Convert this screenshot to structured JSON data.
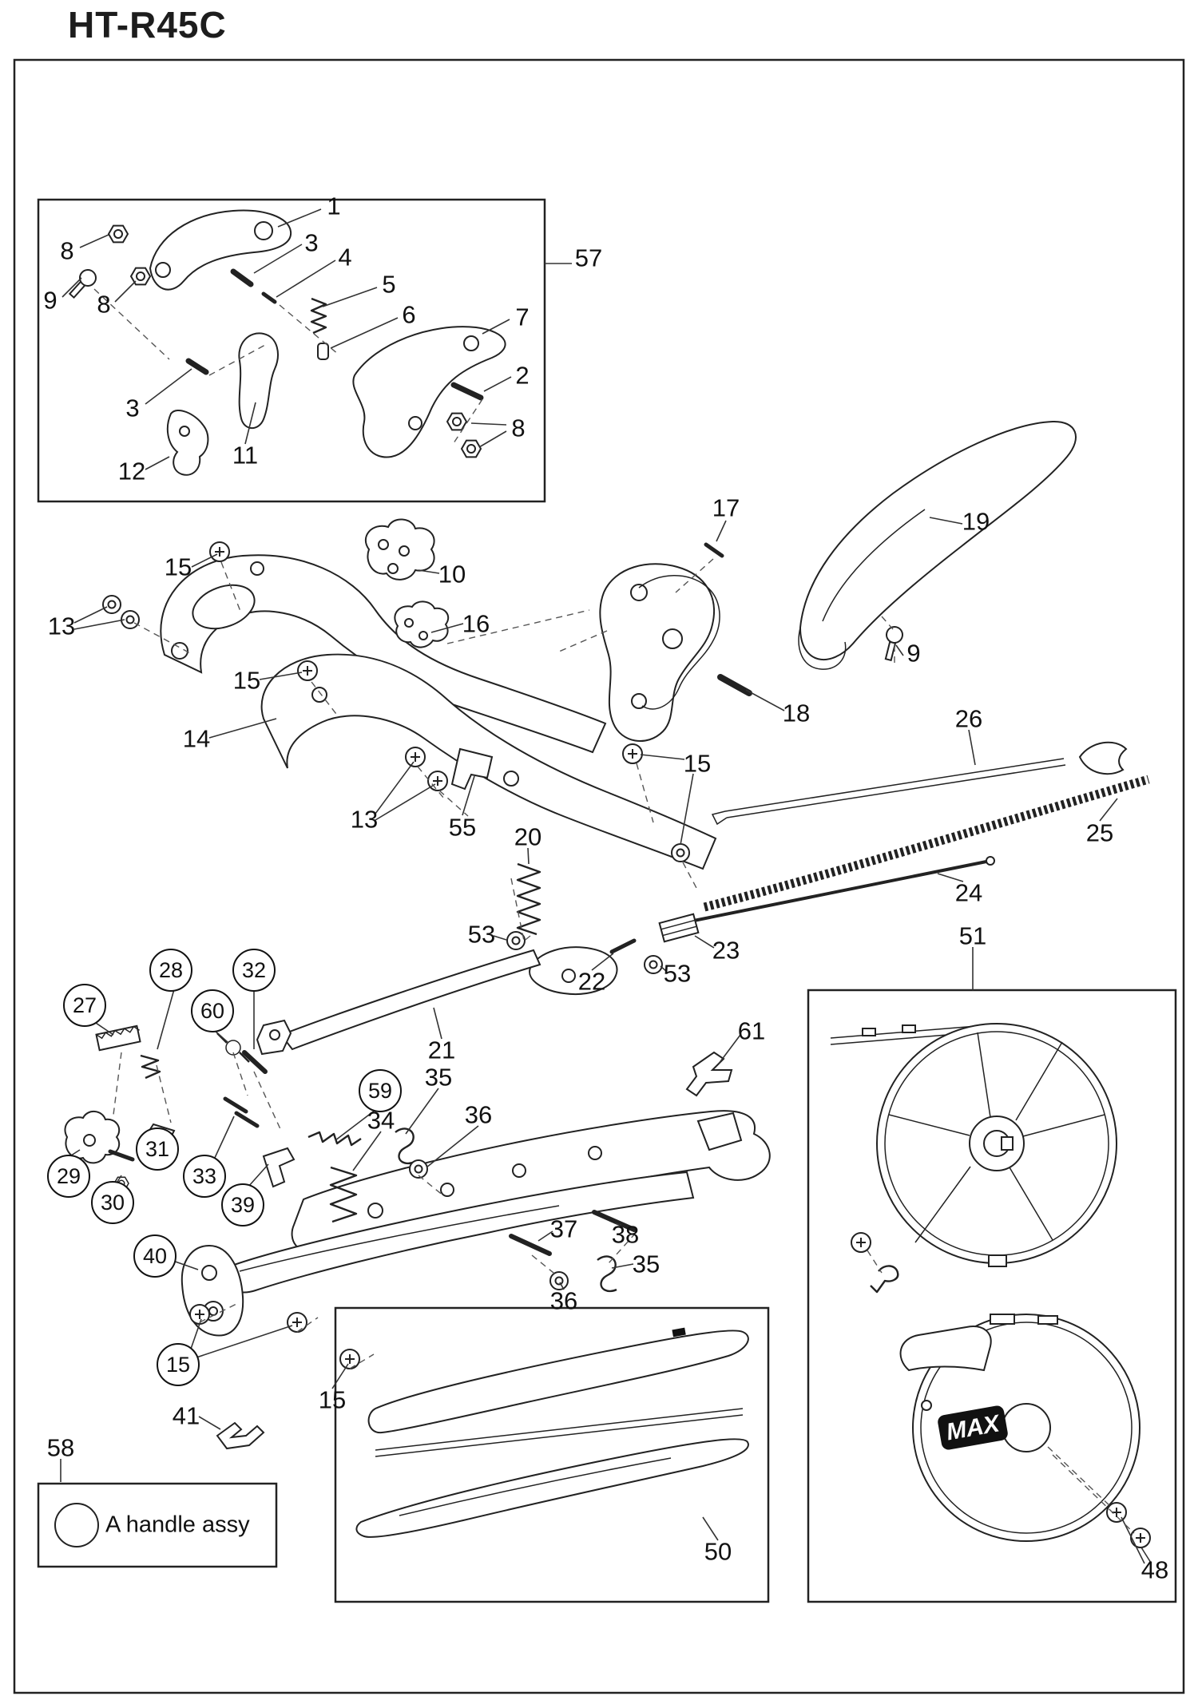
{
  "page": {
    "title": "HT-R45C"
  },
  "legend": {
    "text": "A handle assy"
  },
  "brand": {
    "max": "MAX"
  },
  "callouts": [
    {
      "n": "1",
      "circled": false
    },
    {
      "n": "8",
      "circled": false
    },
    {
      "n": "3",
      "circled": false
    },
    {
      "n": "4",
      "circled": false
    },
    {
      "n": "9",
      "circled": false
    },
    {
      "n": "8",
      "circled": false
    },
    {
      "n": "5",
      "circled": false
    },
    {
      "n": "6",
      "circled": false
    },
    {
      "n": "7",
      "circled": false
    },
    {
      "n": "2",
      "circled": false
    },
    {
      "n": "3",
      "circled": false
    },
    {
      "n": "8",
      "circled": false
    },
    {
      "n": "11",
      "circled": false
    },
    {
      "n": "12",
      "circled": false
    },
    {
      "n": "57",
      "circled": false
    },
    {
      "n": "15",
      "circled": false
    },
    {
      "n": "10",
      "circled": false
    },
    {
      "n": "17",
      "circled": false
    },
    {
      "n": "19",
      "circled": false
    },
    {
      "n": "13",
      "circled": false
    },
    {
      "n": "16",
      "circled": false
    },
    {
      "n": "9",
      "circled": false
    },
    {
      "n": "15",
      "circled": false
    },
    {
      "n": "18",
      "circled": false
    },
    {
      "n": "26",
      "circled": false
    },
    {
      "n": "14",
      "circled": false
    },
    {
      "n": "15",
      "circled": false
    },
    {
      "n": "25",
      "circled": false
    },
    {
      "n": "13",
      "circled": false
    },
    {
      "n": "55",
      "circled": false
    },
    {
      "n": "20",
      "circled": false
    },
    {
      "n": "24",
      "circled": false
    },
    {
      "n": "53",
      "circled": false
    },
    {
      "n": "23",
      "circled": false
    },
    {
      "n": "51",
      "circled": false
    },
    {
      "n": "22",
      "circled": false
    },
    {
      "n": "53",
      "circled": false
    },
    {
      "n": "21",
      "circled": false
    },
    {
      "n": "61",
      "circled": false
    },
    {
      "n": "28",
      "circled": true
    },
    {
      "n": "32",
      "circled": true
    },
    {
      "n": "27",
      "circled": true
    },
    {
      "n": "60",
      "circled": true
    },
    {
      "n": "59",
      "circled": true
    },
    {
      "n": "35",
      "circled": false
    },
    {
      "n": "34",
      "circled": false
    },
    {
      "n": "36",
      "circled": false
    },
    {
      "n": "31",
      "circled": true
    },
    {
      "n": "29",
      "circled": true
    },
    {
      "n": "33",
      "circled": true
    },
    {
      "n": "30",
      "circled": true
    },
    {
      "n": "39",
      "circled": true
    },
    {
      "n": "37",
      "circled": false
    },
    {
      "n": "38",
      "circled": false
    },
    {
      "n": "35",
      "circled": false
    },
    {
      "n": "40",
      "circled": true
    },
    {
      "n": "36",
      "circled": false
    },
    {
      "n": "15",
      "circled": true
    },
    {
      "n": "15",
      "circled": false
    },
    {
      "n": "41",
      "circled": false
    },
    {
      "n": "58",
      "circled": false
    },
    {
      "n": "50",
      "circled": false
    },
    {
      "n": "48",
      "circled": false
    }
  ]
}
